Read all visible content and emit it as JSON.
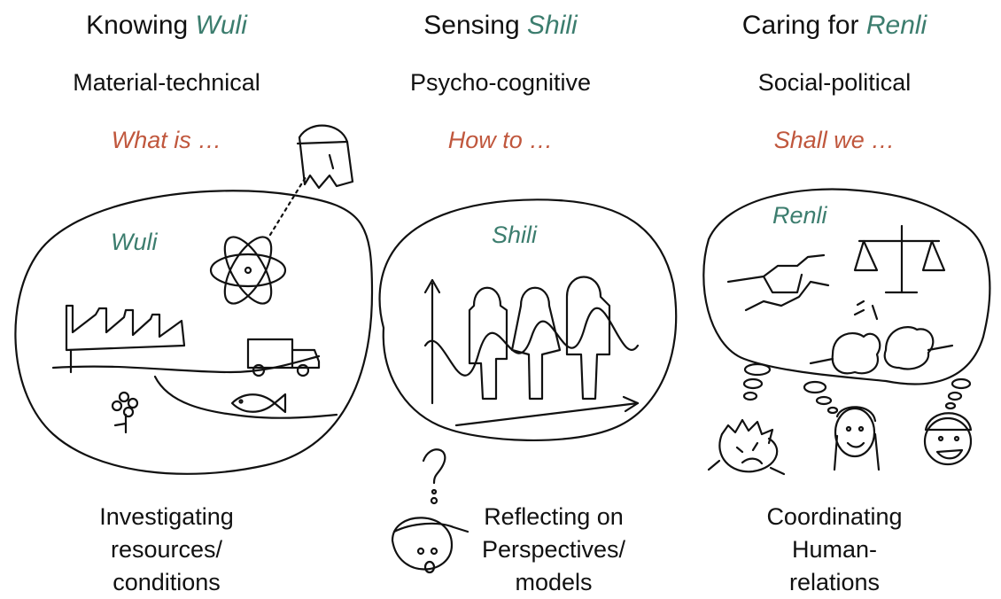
{
  "columns": [
    {
      "heading_prefix": "Knowing",
      "heading_key": "Wuli",
      "dimension": "Material-technical",
      "question": "What is …",
      "bubble_title": "Wuli",
      "label_lines": [
        "Investigating",
        "resources/",
        "conditions"
      ]
    },
    {
      "heading_prefix": "Sensing",
      "heading_key": "Shili",
      "dimension": "Psycho-cognitive",
      "question": "How to …",
      "bubble_title": "Shili",
      "label_lines": [
        "Reflecting on",
        "Perspectives/",
        "models"
      ]
    },
    {
      "heading_prefix": "Caring for",
      "heading_key": "Renli",
      "dimension": "Social-political",
      "question": "Shall we …",
      "bubble_title": "Renli",
      "label_lines": [
        "Coordinating",
        "Human-",
        "relations"
      ]
    }
  ],
  "colors": {
    "key_term": "#3c7d6e",
    "question": "#c0573d",
    "ink": "#111111"
  },
  "icons": [
    "atom-icon",
    "factory-icon",
    "truck-icon",
    "flower-icon",
    "fish-icon",
    "thinking-person-icon",
    "people-graph-icon",
    "confused-person-icon",
    "handshake-icon",
    "scales-icon",
    "fist-fight-icon",
    "sad-face-icon",
    "girl-face-icon",
    "smiling-face-icon"
  ]
}
